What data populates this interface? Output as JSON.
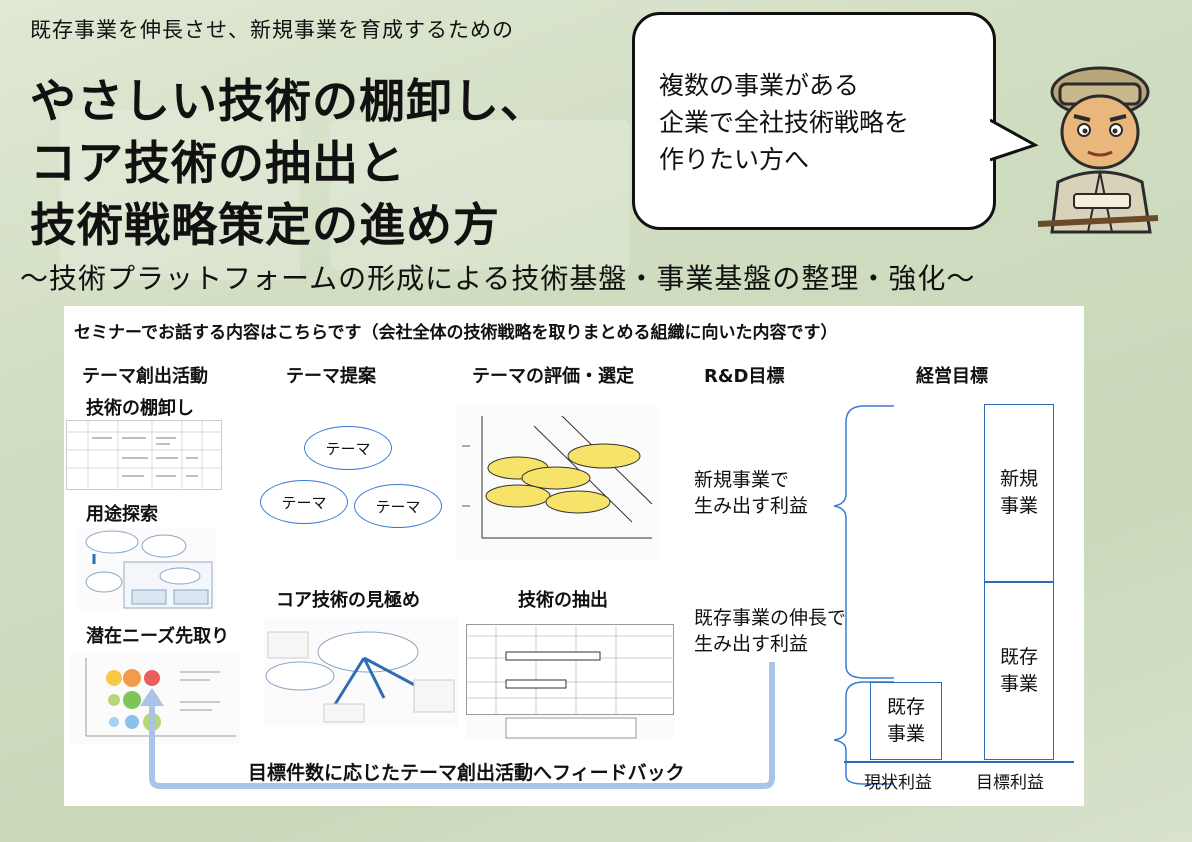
{
  "header": {
    "subtitle": "既存事業を伸長させ、新規事業を育成するための",
    "title_line1": "やさしい技術の棚卸し、",
    "title_line2": "コア技術の抽出と",
    "title_line3": "技術戦略策定の進め方",
    "tagline": "～技術プラットフォームの形成による技術基盤・事業基盤の整理・強化～"
  },
  "bubble": {
    "line1": "複数の事業がある",
    "line2": "企業で全社技術戦略を",
    "line3": "作りたい方へ"
  },
  "panel": {
    "header": "セミナーでお話する内容はこちらです（会社全体の技術戦略を取りまとめる組織に向いた内容です）",
    "columns": {
      "theme_creation": "テーマ創出活動",
      "theme_proposal": "テーマ提案",
      "theme_evaluation": "テーマの評価・選定",
      "rd_goal": "R&D目標",
      "management_goal": "経営目標"
    },
    "activities": {
      "inventory": "技術の棚卸し",
      "use_search": "用途探索",
      "latent_needs": "潜在ニーズ先取り"
    },
    "themes": [
      "テーマ",
      "テーマ",
      "テーマ"
    ],
    "core_tech": "コア技術の見極め",
    "tech_extraction": "技術の抽出",
    "profit_new_line1": "新規事業で",
    "profit_new_line2": "生み出す利益",
    "profit_existing_line1": "既存事業の伸長で",
    "profit_existing_line2": "生み出す利益",
    "box_new": "新規\n事業",
    "box_existing_goal": "既存\n事業",
    "box_existing_current": "既存\n事業",
    "axis_current": "現状利益",
    "axis_target": "目標利益",
    "feedback": "目標件数に応じたテーマ創出活動へフィードバック"
  },
  "colors": {
    "accent_blue": "#2e6db4",
    "arrow_blue": "#a9c4e6",
    "background": "#d3dfc6"
  }
}
